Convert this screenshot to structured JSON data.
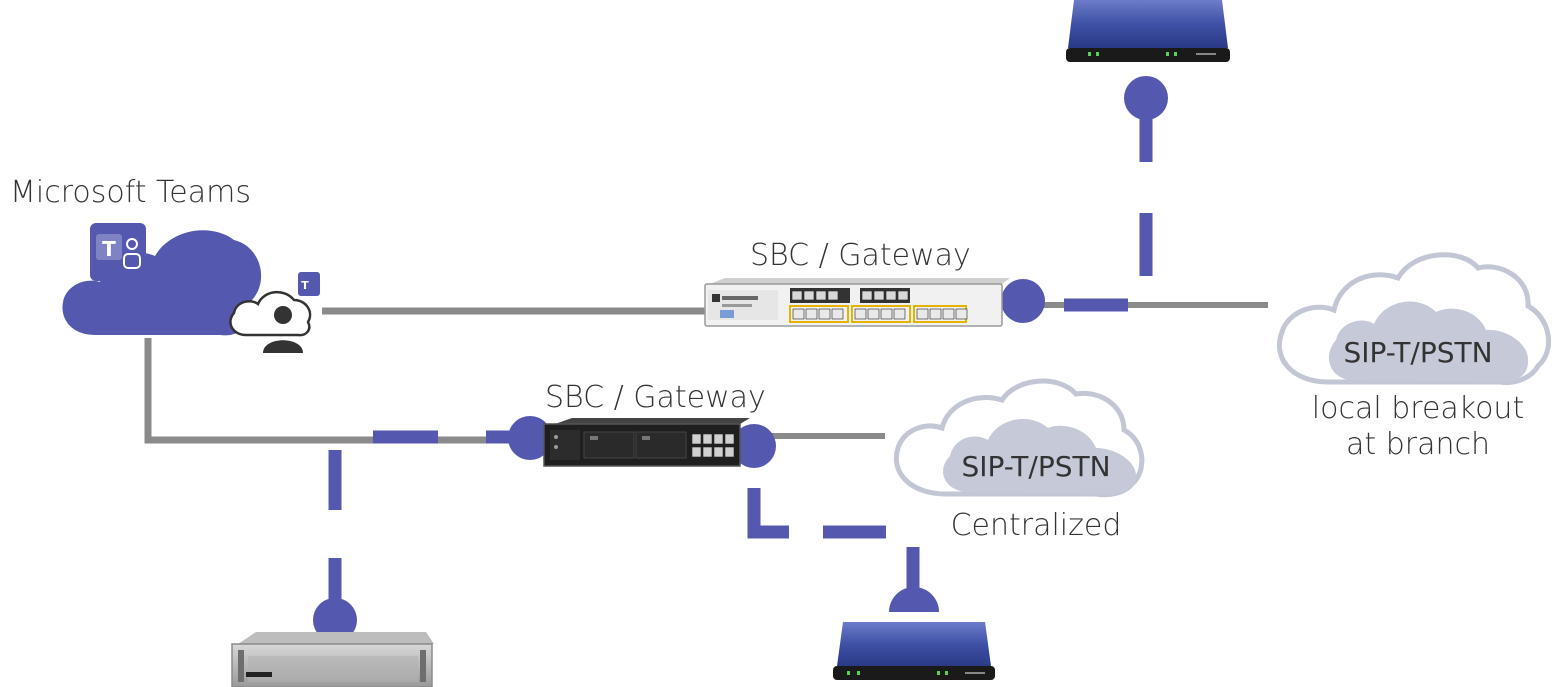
{
  "colors": {
    "accent": "#5558AF",
    "solid_line": "#8a8a8a",
    "cloud_grey": "#c6cad8",
    "cloud_outline": "#c3c6d4",
    "device_blue": "#3e4fa8",
    "rack_dark": "#1c1c1c",
    "port_amber": "#e5b400"
  },
  "labels": {
    "teams": "Microsoft Teams",
    "sbc_top": "SBC / Gateway",
    "sbc_bottom": "SBC / Gateway",
    "cloud_right": "SIP-T/PSTN",
    "cloud_right_caption_1": "local breakout",
    "cloud_right_caption_2": "at branch",
    "cloud_center": "SIP-T/PSTN",
    "cloud_center_caption": "Centralized",
    "teams_icon_letter": "T"
  },
  "icons": {
    "teams_cloud": "teams-cloud-icon",
    "teams_user": "teams-user-cloud-icon",
    "sbc_top": "sbc-gateway-1u-device",
    "sbc_bottom": "sbc-gateway-rack-device",
    "gateway_top": "media-gateway-device",
    "gateway_bottom": "media-gateway-device",
    "server": "server-appliance-device"
  }
}
